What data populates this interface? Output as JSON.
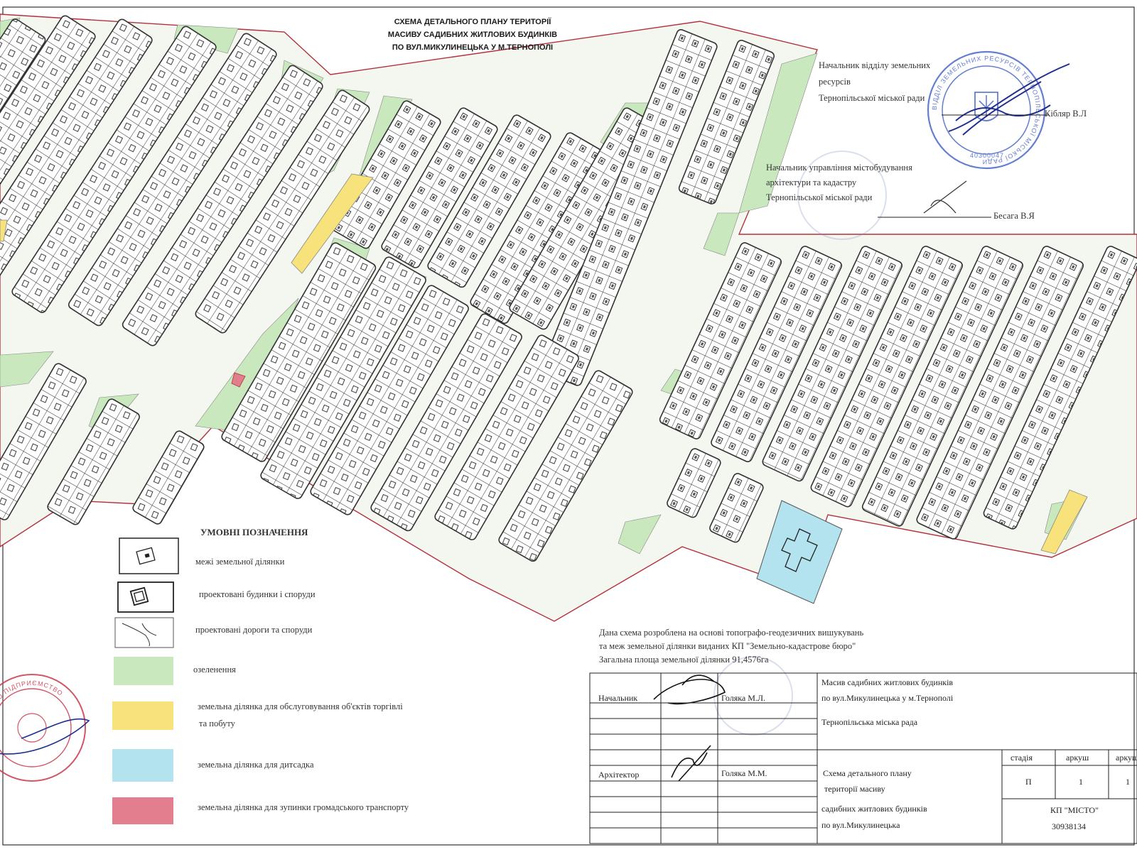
{
  "title": {
    "lines": [
      "СХЕМА ДЕТАЛЬНОГО ПЛАНУ ТЕРИТОРІЇ",
      "МАСИВУ САДИБНИХ ЖИТЛОВИХ БУДИНКІВ",
      "ПО ВУЛ.МИКУЛИНЕЦЬКА  У М.ТЕРНОПОЛІ"
    ]
  },
  "approvals": {
    "first": {
      "line1": "Начальник відділу земельних",
      "line2": "ресурсів",
      "line3": "Тернопільської міської ради",
      "name": "Кібляр В.Л"
    },
    "second": {
      "line1": "Начальник управління містобудування",
      "line2": "архітектури та кадастру",
      "line3": "Тернопільської міської ради",
      "name": "Бесага В.Я"
    }
  },
  "legend": {
    "title": "УМОВНІ ПОЗНАЧЕННЯ",
    "items": [
      {
        "label": "межі земельної ділянки"
      },
      {
        "label": "проектовані будинки і споруди"
      },
      {
        "label": "проектовані дороги та споруди"
      },
      {
        "label": "озеленення",
        "color": "#c9e8bd"
      },
      {
        "label": "земельна ділянка для обслуговування об'єктів торгівлі",
        "label2": "та побуту",
        "color": "#f7e27c"
      },
      {
        "label": "земельна ділянка для дитсадка",
        "color": "#b3e3ef"
      },
      {
        "label": "земельна ділянка для зупинки громадського транспорту",
        "color": "#e27e8e"
      }
    ]
  },
  "note": {
    "line1": "Дана схема розроблена на основі топографо-геодезичних вишукувань",
    "line2": "та меж земельної ділянки виданих КП \"Земельно-кадастрове бюро\"",
    "line3": "Загальна площа земельної ділянки 91,4576га"
  },
  "title_block": {
    "chief_role": "Начальник",
    "chief_name": "Голяка М.Л.",
    "architect_role": "Архітектор",
    "architect_name": "Голяка М.М.",
    "project_line1": "Масив садибних житлових будинків",
    "project_line2": "по вул.Микулинецька у м.Тернополі",
    "client": "Тернопільська міська рада",
    "sheet_line1": "Схема детального плану",
    "sheet_line2": "території масиву",
    "sheet_line3": "садибних житлових будинків",
    "sheet_line4": "по вул.Микулинецька",
    "col_stage": "стадія",
    "col_sheet": "аркуш",
    "col_sheets": "аркушів",
    "stage_value": "П",
    "sheet_value": "1",
    "sheets_value": "1",
    "org_name": "КП \"МІСТО\"",
    "org_code": "30938134"
  },
  "stamps": {
    "top": "ВІДДІЛ ЗЕМЕЛЬНИХ РЕСУРСІВ ТЕРНОПІЛЬСЬКОЇ МІСЬКОЇ РАДИ",
    "top_code": "40300047",
    "bottom_left": "КП МІСТО ПІДПРИЄМСТВО"
  },
  "colors": {
    "green": "#c9e8bd",
    "yellow": "#f7e27c",
    "blue": "#b3e3ef",
    "pink": "#e27e8e",
    "boundary": "#b3303e",
    "stamp": "#4a68c8",
    "ink": "#222222"
  }
}
